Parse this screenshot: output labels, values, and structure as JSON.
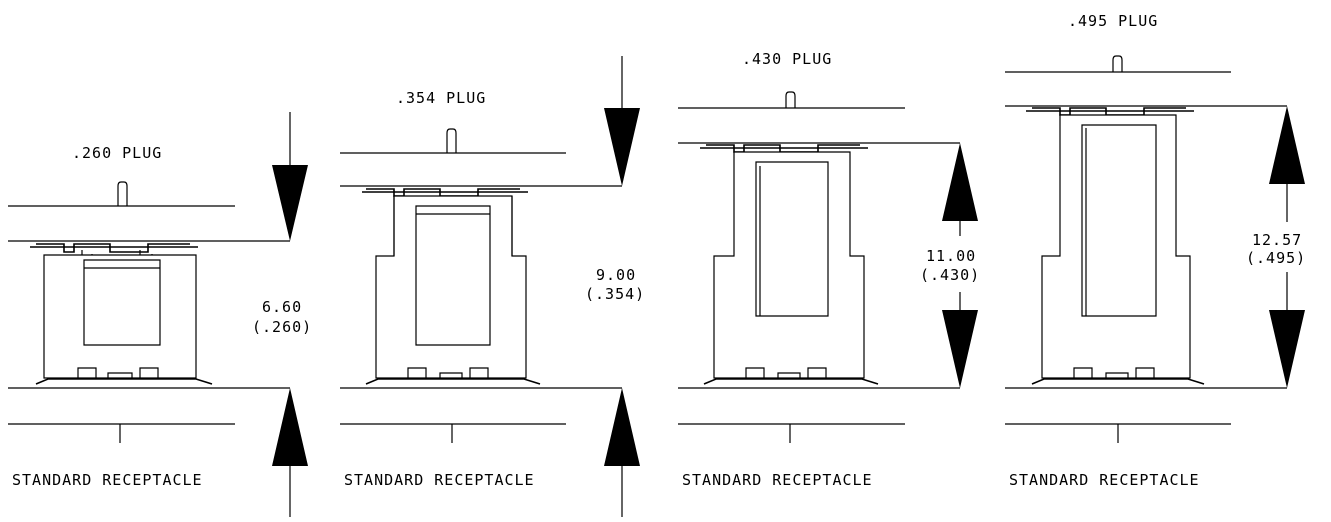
{
  "labels": {
    "plug_260": ".260 PLUG",
    "plug_354": ".354 PLUG",
    "plug_430": ".430 PLUG",
    "plug_495": ".495 PLUG",
    "receptacle_1": "STANDARD RECEPTACLE",
    "receptacle_2": "STANDARD RECEPTACLE",
    "receptacle_3": "STANDARD RECEPTACLE",
    "receptacle_4": "STANDARD RECEPTACLE"
  },
  "dimensions": {
    "d1_mm": "6.60",
    "d1_in": "(.260)",
    "d2_mm": "9.00",
    "d2_in": "(.354)",
    "d3_mm": "11.00",
    "d3_in": "(.430)",
    "d4_mm": "12.57",
    "d4_in": "(.495)"
  }
}
